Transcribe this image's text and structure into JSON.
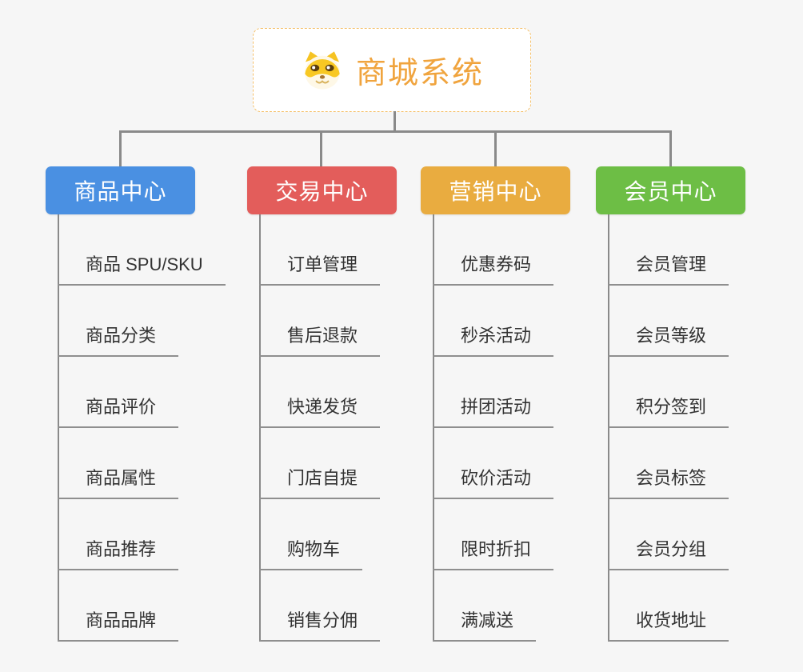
{
  "root": {
    "label": "商城系统",
    "icon": "dog-face-icon",
    "text_color": "#F0A43E",
    "border_color": "#F5C06A",
    "background": "#FFFFFF"
  },
  "connector_color": "#8A8A8A",
  "canvas_background": "#F6F6F6",
  "branches": [
    {
      "label": "商品中心",
      "color": "#4A90E2",
      "items": [
        "商品 SPU/SKU",
        "商品分类",
        "商品评价",
        "商品属性",
        "商品推荐",
        "商品品牌"
      ]
    },
    {
      "label": "交易中心",
      "color": "#E35D5B",
      "items": [
        "订单管理",
        "售后退款",
        "快递发货",
        "门店自提",
        "购物车",
        "销售分佣"
      ]
    },
    {
      "label": "营销中心",
      "color": "#E9AC40",
      "items": [
        "优惠券码",
        "秒杀活动",
        "拼团活动",
        "砍价活动",
        "限时折扣",
        "满减送"
      ]
    },
    {
      "label": "会员中心",
      "color": "#6DBE45",
      "items": [
        "会员管理",
        "会员等级",
        "积分签到",
        "会员标签",
        "会员分组",
        "收货地址"
      ]
    }
  ]
}
